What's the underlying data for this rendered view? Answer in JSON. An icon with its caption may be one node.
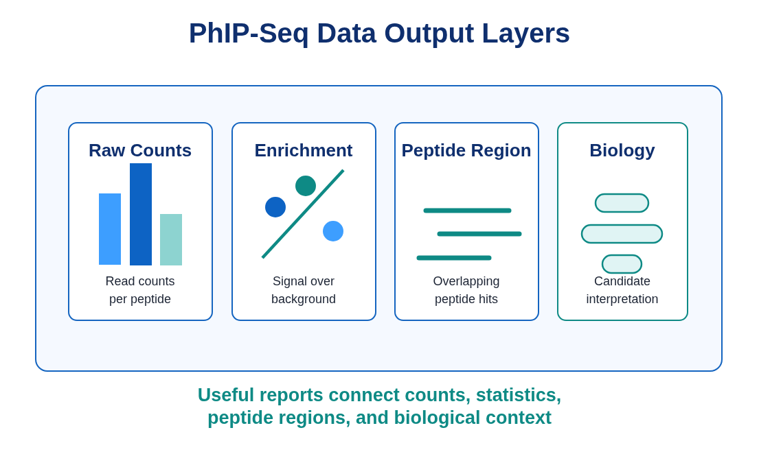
{
  "diagram": {
    "title": "PhIP-Seq Data Output Layers",
    "caption": "Useful reports connect counts, statistics, peptide regions, and biological context",
    "nodes": [
      {
        "text": [],
        "shape": "box"
      },
      {
        "text": [
          "Raw Counts",
          "Read counts per peptide"
        ],
        "in": 0
      },
      {
        "text": [
          "Enrichment",
          "Signal over background"
        ],
        "in": 0
      },
      {
        "text": [
          "Peptide Region",
          "Overlapping peptide hits"
        ],
        "in": 0
      },
      {
        "text": [
          "Biology",
          "Candidate interpretation"
        ],
        "in": 0
      }
    ]
  }
}
